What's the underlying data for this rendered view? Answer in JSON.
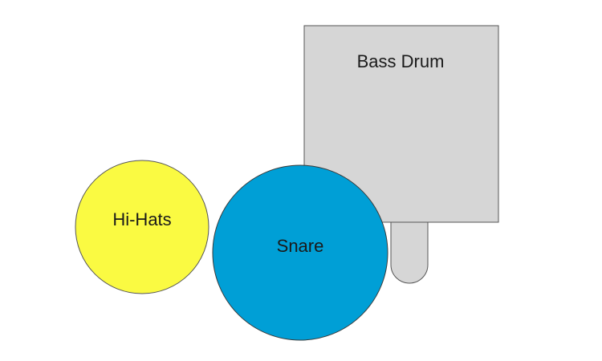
{
  "drum_kit": {
    "bass_drum": {
      "label": "Bass Drum",
      "fill": "#d6d6d6",
      "stroke": "#555555"
    },
    "pedal": {
      "fill": "#d6d6d6",
      "stroke": "#555555"
    },
    "hi_hats": {
      "label": "Hi-Hats",
      "fill": "#fafa42",
      "stroke": "#555555"
    },
    "snare": {
      "label": "Snare",
      "fill": "#009fd6",
      "stroke": "#3a3a3a"
    }
  }
}
